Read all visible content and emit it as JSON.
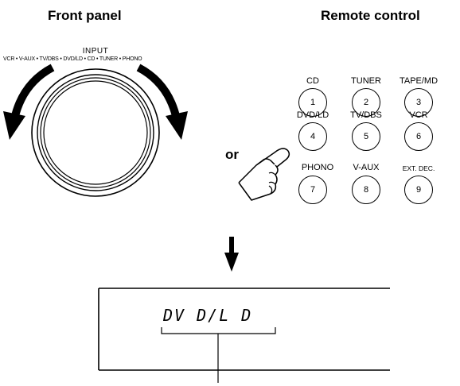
{
  "front_panel": {
    "heading": "Front panel",
    "knob_title": "INPUT",
    "knob_sources": "VCR • V-AUX • TV/DBS • DVD/LD • CD • TUNER • PHONO"
  },
  "remote": {
    "heading": "Remote control",
    "buttons": [
      {
        "label": "CD",
        "number": "1"
      },
      {
        "label": "TUNER",
        "number": "2"
      },
      {
        "label": "TAPE/MD",
        "number": "3"
      },
      {
        "label": "DVD/LD",
        "number": "4"
      },
      {
        "label": "TV/DBS",
        "number": "5"
      },
      {
        "label": "VCR",
        "number": "6"
      },
      {
        "label": "PHONO",
        "number": "7"
      },
      {
        "label": "V-AUX",
        "number": "8"
      },
      {
        "label": "EXT. DEC.",
        "number": "9"
      }
    ]
  },
  "connector": "or",
  "display": {
    "text": "DV D/L D"
  }
}
